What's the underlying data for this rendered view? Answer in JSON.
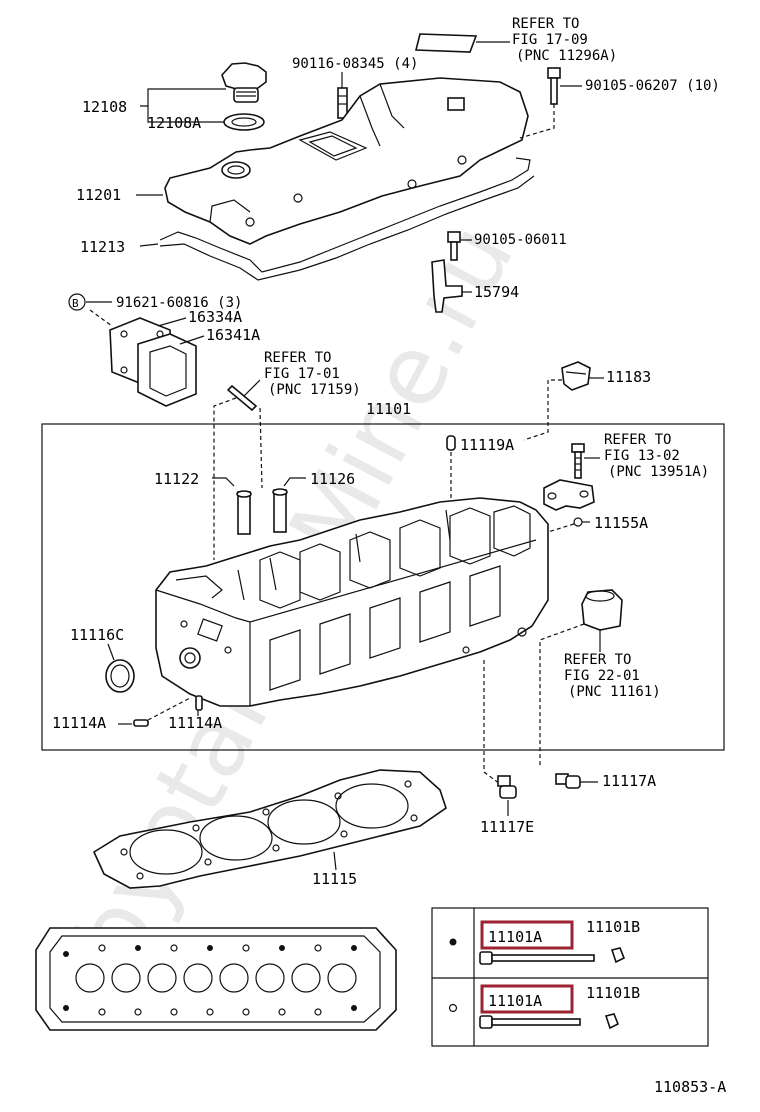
{
  "watermark": "ToyotaPartMine.ru",
  "diagram_id": "110853-A",
  "callouts": {
    "c12108": "12108",
    "c12108a": "12108A",
    "c90116": "90116-08345 (4)",
    "c90105_06207": "90105-06207 (10)",
    "c11201": "11201",
    "c11213": "11213",
    "c90105_06011": "90105-06011",
    "c15794": "15794",
    "c91621": "91621-60816 (3)",
    "c16334a": "16334A",
    "c16341a": "16341A",
    "c11183": "11183",
    "c11101": "11101",
    "c11119a": "11119A",
    "c11122": "11122",
    "c11126": "11126",
    "c11155a": "11155A",
    "c11116c": "11116C",
    "c11114a_1": "11114A",
    "c11114a_2": "11114A",
    "c11117a": "11117A",
    "c11117e": "11117E",
    "c11115": "11115"
  },
  "markers": {
    "b_marker": "B"
  },
  "references": {
    "ref1": [
      "REFER TO",
      "FIG 17-09",
      "(PNC 11296A)"
    ],
    "ref2": [
      "REFER TO",
      "FIG 17-01",
      "(PNC 17159)"
    ],
    "ref3": [
      "REFER TO",
      "FIG 13-02",
      "(PNC 13951A)"
    ],
    "ref4": [
      "REFER TO",
      "FIG 22-01",
      "(PNC 11161)"
    ]
  },
  "legend_table": {
    "rows": [
      {
        "bolt": "11101A",
        "washer": "11101B",
        "highlighted": true
      },
      {
        "bolt": "11101A",
        "washer": "11101B",
        "highlighted": true
      }
    ]
  },
  "colors": {
    "highlight": "#9c2331",
    "ink": "#111111",
    "watermark": "#e9e9e9"
  }
}
